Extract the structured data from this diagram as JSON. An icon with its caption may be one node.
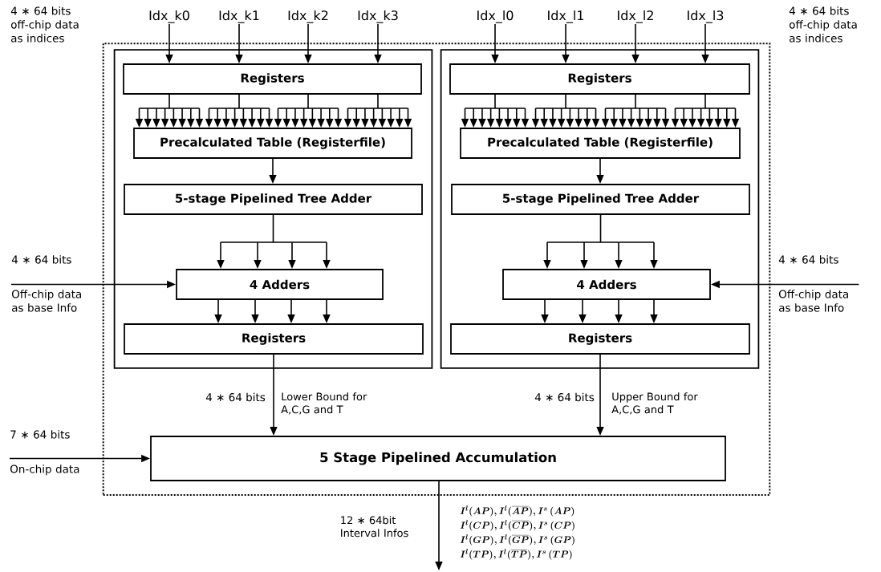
{
  "diagram": {
    "nodes": [
      {
        "text": [],
        "shape": "box"
      },
      {
        "text": [],
        "shape": "box",
        "in": 0
      },
      {
        "text": [
          "Registers"
        ],
        "in": 1
      },
      {
        "text": [
          "Precalculated Table (Registerfile)"
        ],
        "in": 1
      },
      {
        "text": [
          "5-stage Pipelined Tree Adder"
        ],
        "in": 1
      },
      {
        "text": [
          "4 Adders"
        ],
        "in": 1
      },
      {
        "text": [
          "Registers"
        ],
        "in": 1
      },
      {
        "text": [],
        "shape": "box",
        "in": 0
      },
      {
        "text": [
          "Registers"
        ],
        "in": 7
      },
      {
        "text": [
          "Precalculated Table (Registerfile)"
        ],
        "in": 7
      },
      {
        "text": [
          "5-stage Pipelined Tree Adder"
        ],
        "in": 7
      },
      {
        "text": [
          "4 Adders"
        ],
        "in": 7
      },
      {
        "text": [
          "Registers"
        ],
        "in": 7
      },
      {
        "text": [
          "5 Stage Pipelined Accumulation"
        ],
        "in": 0
      },
      {
        "text": [
          "Idx_k0"
        ]
      },
      {
        "text": [
          "Idx_k1"
        ]
      },
      {
        "text": [
          "Idx_k2"
        ]
      },
      {
        "text": [
          "Idx_k3"
        ]
      },
      {
        "text": [
          "Idx_l0"
        ]
      },
      {
        "text": [
          "Idx_l1"
        ]
      },
      {
        "text": [
          "Idx_l2"
        ]
      },
      {
        "text": [
          "Idx_l3"
        ]
      },
      {
        "text": [
          "4 ∗ 64 bits",
          "Off-chip data as base Info"
        ]
      },
      {
        "text": [
          "4 ∗ 64 bits",
          "Off-chip data as base Info"
        ]
      },
      {
        "text": [
          "7 ∗ 64 bits",
          "On-chip data"
        ]
      }
    ],
    "edges": [
      {
        "from": 14,
        "to": 2,
        "arrow": "to"
      },
      {
        "from": 15,
        "to": 2,
        "arrow": "to"
      },
      {
        "from": 16,
        "to": 2,
        "arrow": "to"
      },
      {
        "from": 17,
        "to": 2,
        "arrow": "to"
      },
      {
        "from": 18,
        "to": 8,
        "arrow": "to"
      },
      {
        "from": 19,
        "to": 8,
        "arrow": "to"
      },
      {
        "from": 20,
        "to": 8,
        "arrow": "to"
      },
      {
        "from": 21,
        "to": 8,
        "arrow": "to"
      },
      {
        "from": 2,
        "to": 3,
        "arrow": "to"
      },
      {
        "from": 2,
        "to": 3,
        "arrow": "to"
      },
      {
        "from": 2,
        "to": 3,
        "arrow": "to"
      },
      {
        "from": 2,
        "to": 3,
        "arrow": "to"
      },
      {
        "from": 8,
        "to": 9,
        "arrow": "to"
      },
      {
        "from": 8,
        "to": 9,
        "arrow": "to"
      },
      {
        "from": 8,
        "to": 9,
        "arrow": "to"
      },
      {
        "from": 8,
        "to": 9,
        "arrow": "to"
      },
      {
        "from": 3,
        "to": 4,
        "arrow": "to"
      },
      {
        "from": 9,
        "to": 10,
        "arrow": "to"
      },
      {
        "from": 4,
        "to": 5,
        "arrow": "to"
      },
      {
        "from": 10,
        "to": 11,
        "arrow": "to"
      },
      {
        "from": 5,
        "to": 6,
        "arrow": "to"
      },
      {
        "from": 5,
        "to": 6,
        "arrow": "to"
      },
      {
        "from": 5,
        "to": 6,
        "arrow": "to"
      },
      {
        "from": 5,
        "to": 6,
        "arrow": "to"
      },
      {
        "from": 11,
        "to": 12,
        "arrow": "to"
      },
      {
        "from": 11,
        "to": 12,
        "arrow": "to"
      },
      {
        "from": 11,
        "to": 12,
        "arrow": "to"
      },
      {
        "from": 11,
        "to": 12,
        "arrow": "to"
      },
      {
        "from": 22,
        "to": 5,
        "arrow": "to"
      },
      {
        "from": 23,
        "to": 11,
        "arrow": "to"
      },
      {
        "from": 6,
        "to": 13,
        "arrow": "to",
        "label": "Lower Bound for A,C,G and T"
      },
      {
        "from": 12,
        "to": 13,
        "arrow": "to",
        "label": "Upper Bound for A,C,G and T"
      },
      {
        "from": 24,
        "to": 13,
        "arrow": "to"
      },
      {
        "from": 13,
        "to": null,
        "arrow": "to",
        "label": "12 ∗ 64bit Interval Infos"
      }
    ],
    "labels": [
      "4 ∗ 64 bits off-chip data as indices",
      "4 ∗ 64 bits off-chip data as indices",
      "4 ∗ 64 bits",
      "4 ∗ 64 bits",
      "I^{l}(AP), I^{l}(\\overline{AP}), I^{s}\\,(AP)",
      "I^{l}(CP), I^{l}(\\overline{CP}), I^{s}\\,(CP)",
      "I^{l}(GP), I^{l}(\\overline{GP}), I^{s}\\,(GP)",
      "I^{l}(TP), I^{l}(\\overline{TP}), I^{s}\\,(TP)"
    ]
  }
}
